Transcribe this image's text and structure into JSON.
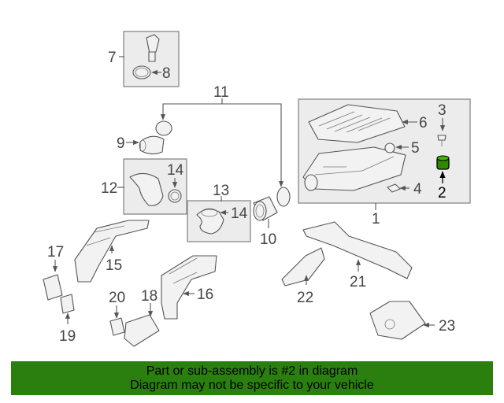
{
  "diagram": {
    "highlight_part": "2",
    "highlight_color": "#2e8b00",
    "callouts": {
      "c1": "1",
      "c2": "2",
      "c3": "3",
      "c4": "4",
      "c5": "5",
      "c6": "6",
      "c7": "7",
      "c8": "8",
      "c9": "9",
      "c10": "10",
      "c11": "11",
      "c12": "12",
      "c13": "13",
      "c14a": "14",
      "c14b": "14",
      "c15": "15",
      "c16": "16",
      "c17": "17",
      "c18": "18",
      "c19": "19",
      "c20": "20",
      "c21": "21",
      "c22": "22",
      "c23": "23"
    }
  },
  "banner": {
    "color": "#2a7f0f",
    "line1": "Part or sub-assembly is #2 in diagram",
    "line2": "Diagram may not be specific to your vehicle"
  }
}
